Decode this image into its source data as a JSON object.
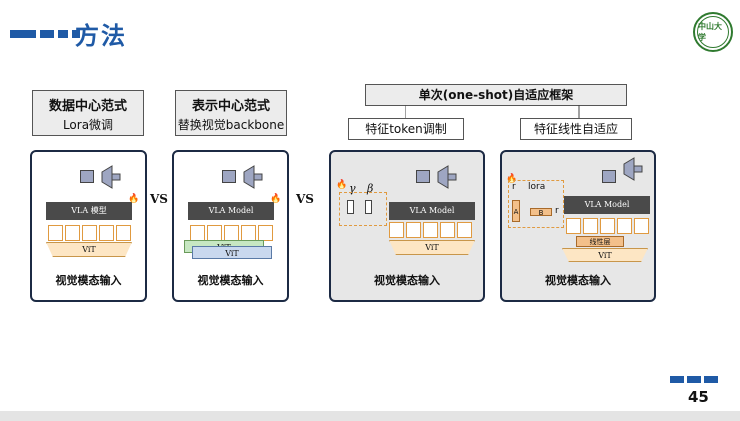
{
  "header": {
    "title": "方法"
  },
  "logo": {
    "text": "中山大学"
  },
  "panels": {
    "data_centric": {
      "title": "数据中心范式",
      "subtitle": "Lora微调",
      "model_label": "VLA 模型",
      "vit_label": "ViT",
      "input_label": "视觉模态输入"
    },
    "representation_centric": {
      "title": "表示中心范式",
      "subtitle": "替换视觉backbone",
      "model_label": "VLA Model",
      "vit_label": "ViT",
      "vit_label_back": "ViT",
      "input_label": "视觉模态输入"
    },
    "one_shot": {
      "title": "单次(one-shot)自适应框架",
      "token_mod": {
        "title": "特征token调制",
        "gamma": "γ",
        "beta": "β",
        "model_label": "VLA Model",
        "vit_label": "ViT",
        "input_label": "视觉模态输入"
      },
      "linear_adapt": {
        "title": "特征线性自适应",
        "lora_label": "lora",
        "a_label": "A",
        "b_label": "B",
        "r_label_top": "r",
        "r_label_right": "r",
        "model_label": "VLA Model",
        "linear_label": "线性层",
        "vit_label": "ViT",
        "input_label": "视觉模态输入"
      }
    }
  },
  "vs_labels": [
    "VS",
    "VS"
  ],
  "page_number": "45"
}
